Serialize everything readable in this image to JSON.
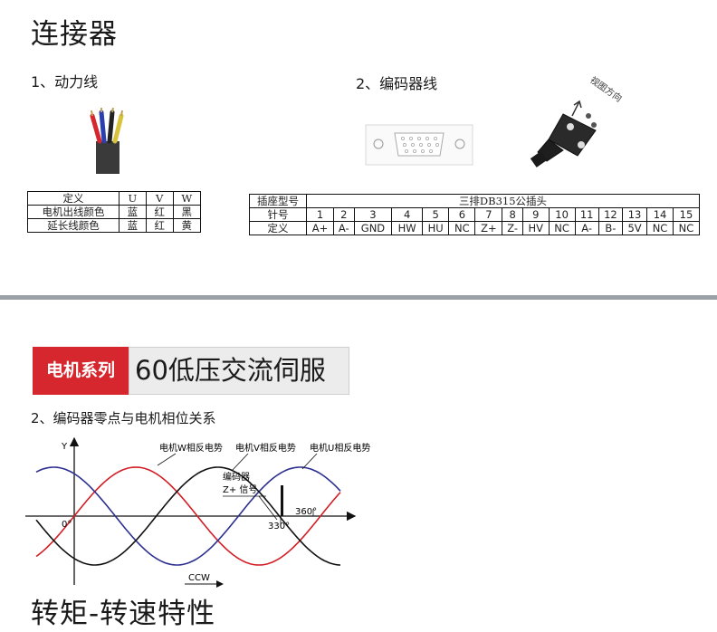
{
  "page_title": "连接器",
  "power_line": {
    "heading": "1、动力线",
    "table": {
      "header": [
        "定义",
        "U",
        "V",
        "W"
      ],
      "rows": [
        [
          "电机出线颜色",
          "蓝",
          "红",
          "黑"
        ],
        [
          "延长线颜色",
          "蓝",
          "红",
          "黄"
        ]
      ]
    }
  },
  "encoder_line": {
    "heading": "2、编码器线",
    "view_direction": "视图方向",
    "table": {
      "socket_label": "插座型号",
      "socket_value": "三排DB315公插头",
      "pin_label": "针号",
      "pins": [
        "1",
        "2",
        "3",
        "4",
        "5",
        "6",
        "7",
        "8",
        "9",
        "10",
        "11",
        "12",
        "13",
        "14",
        "15"
      ],
      "def_label": "定义",
      "defs": [
        "A+",
        "A-",
        "GND",
        "HW",
        "HU",
        "NC",
        "Z+",
        "Z-",
        "HV",
        "NC",
        "A-",
        "B-",
        "5V",
        "NC",
        "NC"
      ]
    }
  },
  "banner": {
    "red_text": "电机系列",
    "grey_text": "60低压交流伺服"
  },
  "encoder_zero": {
    "heading": "2、编码器零点与电机相位关系",
    "y_axis": "Y",
    "phase_w": "电机W相反电势",
    "phase_v": "电机V相反电势",
    "phase_u": "电机U相反电势",
    "encoder_label": "编码器",
    "z_signal": "Z+ 信号",
    "deg_0": "0°",
    "deg_330": "330°",
    "deg_360": "360°",
    "direction": "CCW",
    "colors": {
      "w": "#111111",
      "v": "#d21f26",
      "u": "#2b2f8f"
    }
  },
  "torque_title": "转矩-转速特性"
}
